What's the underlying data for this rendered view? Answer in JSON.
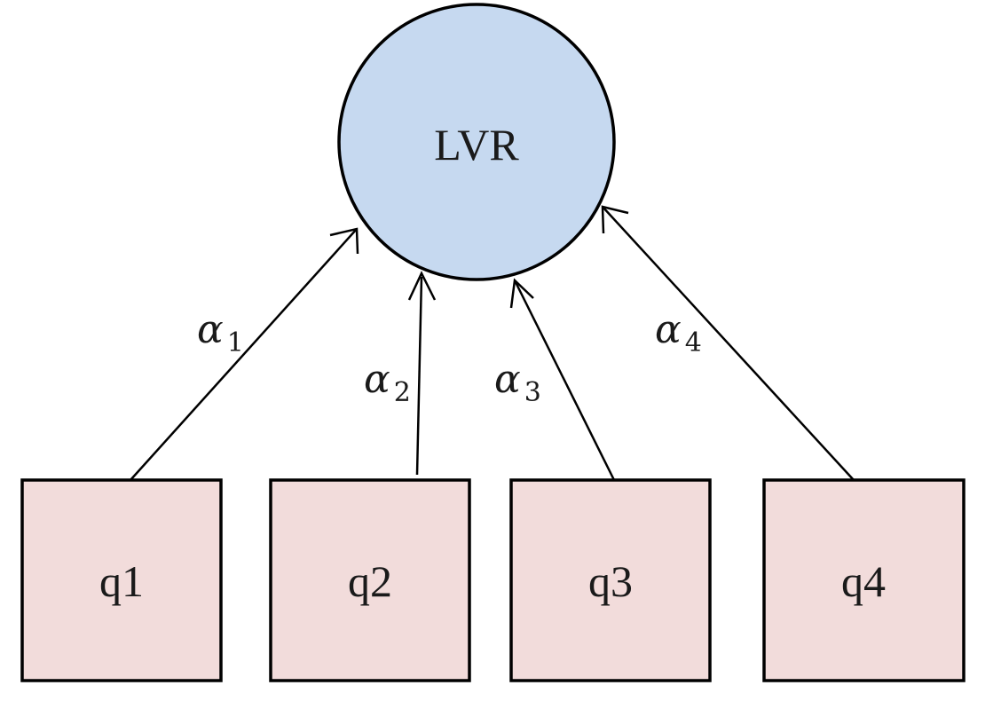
{
  "diagram": {
    "latent": {
      "label": "LVR",
      "fill": "#c6d9f0",
      "stroke": "#000000"
    },
    "indicators": [
      {
        "label": "q1",
        "coef_symbol": "α",
        "coef_sub": "1"
      },
      {
        "label": "q2",
        "coef_symbol": "α",
        "coef_sub": "2"
      },
      {
        "label": "q3",
        "coef_symbol": "α",
        "coef_sub": "3"
      },
      {
        "label": "q4",
        "coef_symbol": "α",
        "coef_sub": "4"
      }
    ],
    "indicator_fill": "#f2dcdb",
    "indicator_stroke": "#000000",
    "arrow_color": "#000000"
  }
}
